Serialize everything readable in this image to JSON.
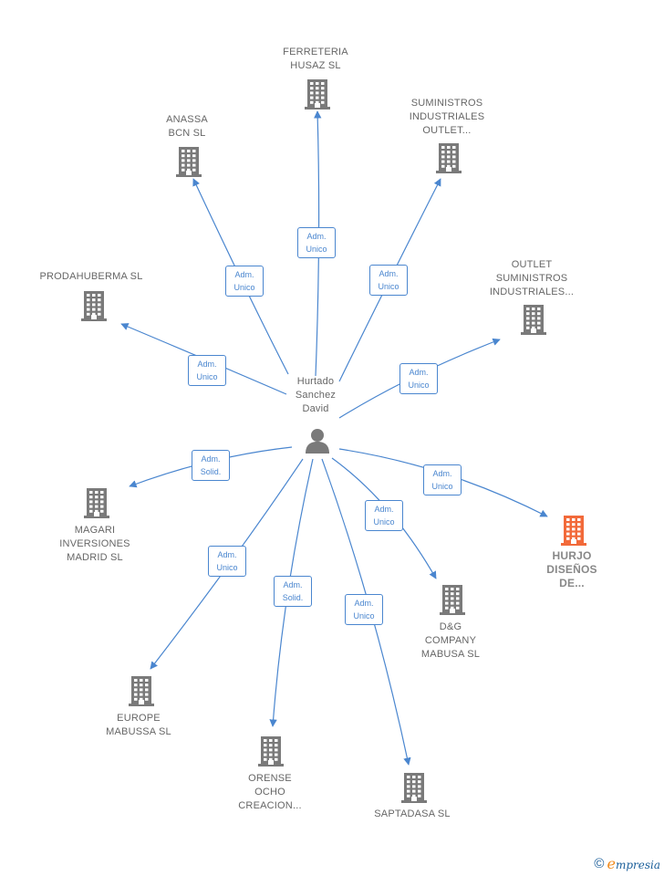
{
  "center": {
    "name": "Hurtado\nSanchez\nDavid",
    "icon": "person-icon"
  },
  "companies": [
    {
      "id": "ferreteria",
      "name": "FERRETERIA\nHUSAZ  SL",
      "icon": "building-icon",
      "color": "#7a7a7a"
    },
    {
      "id": "anassa",
      "name": "ANASSA\nBCN  SL",
      "icon": "building-icon",
      "color": "#7a7a7a"
    },
    {
      "id": "suministros",
      "name": "SUMINISTROS\nINDUSTRIALES\nOUTLET...",
      "icon": "building-icon",
      "color": "#7a7a7a"
    },
    {
      "id": "prodahuberma",
      "name": "PRODAHUBERMA SL",
      "icon": "building-icon",
      "color": "#7a7a7a"
    },
    {
      "id": "outlet",
      "name": "OUTLET\nSUMINISTROS\nINDUSTRIALES...",
      "icon": "building-icon",
      "color": "#7a7a7a"
    },
    {
      "id": "magari",
      "name": "MAGARI\nINVERSIONES\nMADRID  SL",
      "icon": "building-icon",
      "color": "#7a7a7a"
    },
    {
      "id": "hurjo",
      "name": "HURJO\nDISEÑOS\nDE...",
      "icon": "building-icon",
      "color": "#f26a3a"
    },
    {
      "id": "dg",
      "name": "D&G\nCOMPANY\nMABUSA  SL",
      "icon": "building-icon",
      "color": "#7a7a7a"
    },
    {
      "id": "europe",
      "name": "EUROPE\nMABUSSA  SL",
      "icon": "building-icon",
      "color": "#7a7a7a"
    },
    {
      "id": "orense",
      "name": "ORENSE\nOCHO\nCREACION...",
      "icon": "building-icon",
      "color": "#7a7a7a"
    },
    {
      "id": "saptadasa",
      "name": "SAPTADASA SL",
      "icon": "building-icon",
      "color": "#7a7a7a"
    }
  ],
  "edges": [
    {
      "to": "ferreteria",
      "label": "Adm.\nUnico"
    },
    {
      "to": "anassa",
      "label": "Adm.\nUnico"
    },
    {
      "to": "suministros",
      "label": "Adm.\nUnico"
    },
    {
      "to": "prodahuberma",
      "label": "Adm.\nUnico"
    },
    {
      "to": "outlet",
      "label": "Adm.\nUnico"
    },
    {
      "to": "magari",
      "label": "Adm.\nSolid."
    },
    {
      "to": "hurjo",
      "label": "Adm.\nUnico"
    },
    {
      "to": "dg",
      "label": "Adm.\nUnico"
    },
    {
      "to": "europe",
      "label": "Adm.\nUnico"
    },
    {
      "to": "orense",
      "label": "Adm.\nSolid."
    },
    {
      "to": "saptadasa",
      "label": "Adm.\nUnico"
    }
  ],
  "colors": {
    "edge": "#4a86cf",
    "node": "#7a7a7a",
    "highlight": "#f26a3a"
  },
  "footer": {
    "copyright": "©",
    "brand_initial": "e",
    "brand_rest": "mpresia"
  }
}
